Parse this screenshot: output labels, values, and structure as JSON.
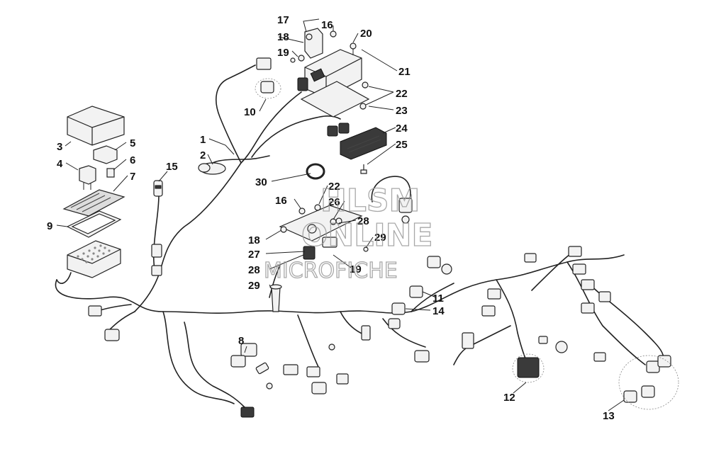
{
  "callouts": [
    {
      "id": "c1",
      "text": "1"
    },
    {
      "id": "c2",
      "text": "2"
    },
    {
      "id": "c3",
      "text": "3"
    },
    {
      "id": "c4",
      "text": "4"
    },
    {
      "id": "c5",
      "text": "5"
    },
    {
      "id": "c6",
      "text": "6"
    },
    {
      "id": "c7",
      "text": "7"
    },
    {
      "id": "c8",
      "text": "8"
    },
    {
      "id": "c9",
      "text": "9"
    },
    {
      "id": "c10",
      "text": "10"
    },
    {
      "id": "c11",
      "text": "11"
    },
    {
      "id": "c12",
      "text": "12"
    },
    {
      "id": "c13",
      "text": "13"
    },
    {
      "id": "c14",
      "text": "14"
    },
    {
      "id": "c15",
      "text": "15"
    },
    {
      "id": "c16a",
      "text": "16"
    },
    {
      "id": "c16b",
      "text": "16"
    },
    {
      "id": "c17",
      "text": "17"
    },
    {
      "id": "c18a",
      "text": "18"
    },
    {
      "id": "c18b",
      "text": "18"
    },
    {
      "id": "c19a",
      "text": "19"
    },
    {
      "id": "c19b",
      "text": "19"
    },
    {
      "id": "c20",
      "text": "20"
    },
    {
      "id": "c21",
      "text": "21"
    },
    {
      "id": "c22a",
      "text": "22"
    },
    {
      "id": "c22b",
      "text": "22"
    },
    {
      "id": "c23",
      "text": "23"
    },
    {
      "id": "c24",
      "text": "24"
    },
    {
      "id": "c25",
      "text": "25"
    },
    {
      "id": "c26",
      "text": "26"
    },
    {
      "id": "c27",
      "text": "27"
    },
    {
      "id": "c28a",
      "text": "28"
    },
    {
      "id": "c28b",
      "text": "28"
    },
    {
      "id": "c29a",
      "text": "29"
    },
    {
      "id": "c29b",
      "text": "29"
    },
    {
      "id": "c30",
      "text": "30"
    }
  ],
  "watermark": {
    "line1": "HLSM",
    "line2": "ONLINE",
    "line3": "MICROFICHE"
  }
}
